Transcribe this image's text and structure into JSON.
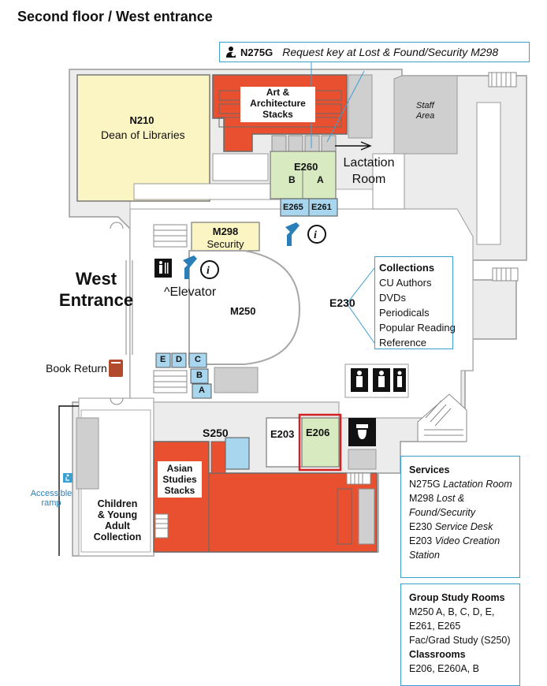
{
  "title": "Second floor / West entrance",
  "key_notice": {
    "room": "N275G",
    "note": "Request key at Lost & Found/Security M298"
  },
  "rooms": {
    "n210_number": "N210",
    "n210_name": "Dean of Libraries",
    "art_line1": "Art &",
    "art_line2": "Architecture",
    "art_line3": "Stacks",
    "staff_line1": "Staff",
    "staff_line2": "Area",
    "e260": "E260",
    "e260_b": "B",
    "e260_a": "A",
    "lactation_line1": "Lactation",
    "lactation_line2": "Room",
    "e265": "E265",
    "e261": "E261",
    "m298_number": "M298",
    "m298_name": "Security",
    "elevator": "^Elevator",
    "m250": "M250",
    "e230": "E230",
    "booth_e": "E",
    "booth_d": "D",
    "booth_c": "C",
    "booth_b": "B",
    "booth_a": "A",
    "book_return": "Book Return",
    "s250": "S250",
    "e203": "E203",
    "e206": "E206",
    "asian_line1": "Asian",
    "asian_line2": "Studies",
    "asian_line3": "Stacks",
    "children_line1": "Children",
    "children_line2": "& Young",
    "children_line3": "Adult",
    "children_line4": "Collection",
    "ramp_line1": "Accessible",
    "ramp_line2": "ramp",
    "west_line1": "West",
    "west_line2": "Entrance"
  },
  "collections": {
    "heading": "Collections",
    "items": [
      "CU Authors",
      "DVDs",
      "Periodicals",
      "Popular Reading",
      "Reference"
    ]
  },
  "services": {
    "heading": "Services",
    "items": [
      {
        "room": "N275G",
        "desc": "Lactation Room"
      },
      {
        "room": "M298",
        "desc": "Lost &"
      },
      {
        "room": "",
        "desc": "Found/Security"
      },
      {
        "room": "E230",
        "desc": "Service Desk"
      },
      {
        "room": "E203",
        "desc": "Video Creation"
      },
      {
        "room": "",
        "desc": "Station"
      }
    ]
  },
  "group_study": {
    "heading": "Group Study Rooms",
    "lines": [
      "M250 A, B, C, D, E,",
      "E261, E265",
      "Fac/Grad Study (S250)"
    ],
    "classrooms_heading": "Classrooms",
    "classrooms_line": "E206, E260A, B"
  },
  "colors": {
    "red_stacks": "#e8502f",
    "yellow_room": "#fbf5c4",
    "green_room": "#d7eac0",
    "blue_room": "#a8d6ee",
    "gray_area": "#cfcfcf",
    "accent_blue": "#3a9fd1",
    "highlight": "#d32020"
  },
  "icons": [
    "nursing-icon",
    "info-icon",
    "kiosk-icon",
    "elevator-icon",
    "restroom-icon",
    "toilet-icon",
    "book-return-icon",
    "wheelchair-icon",
    "stairs-icon"
  ]
}
